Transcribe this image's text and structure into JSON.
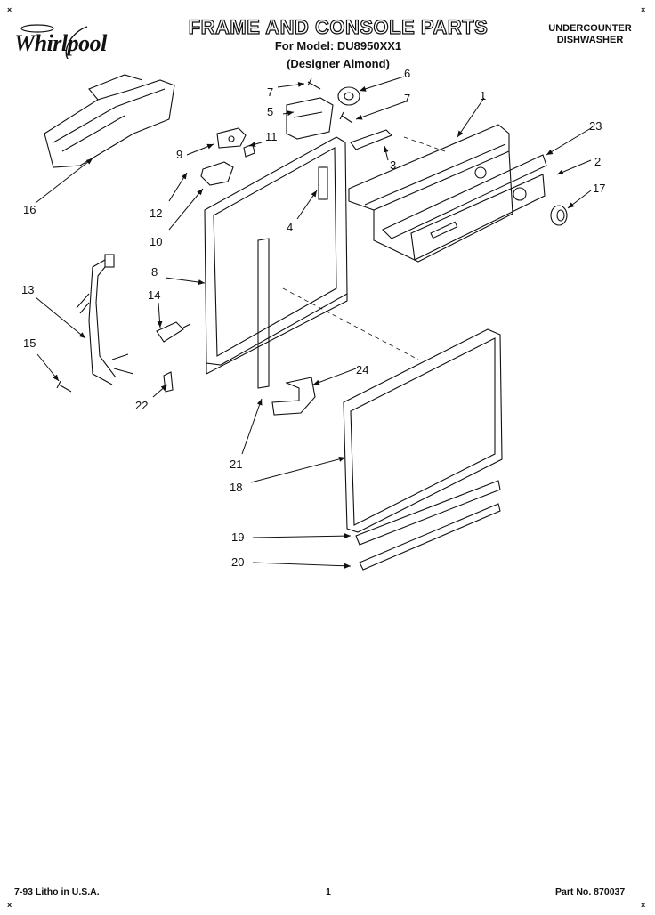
{
  "header": {
    "brand": "Whirlpool",
    "title": "FRAME AND CONSOLE PARTS",
    "model_line": "For Model: DU8950XX1",
    "color_line": "(Designer Almond)",
    "type_line1": "UNDERCOUNTER",
    "type_line2": "DISHWASHER"
  },
  "callouts": [
    "1",
    "2",
    "3",
    "4",
    "5",
    "6",
    "7",
    "7",
    "8",
    "9",
    "10",
    "11",
    "12",
    "13",
    "14",
    "15",
    "16",
    "17",
    "18",
    "19",
    "20",
    "21",
    "22",
    "23",
    "24"
  ],
  "footer": {
    "litho": "7-93 Litho in U.S.A.",
    "page": "1",
    "part_no": "Part No. 870037"
  }
}
